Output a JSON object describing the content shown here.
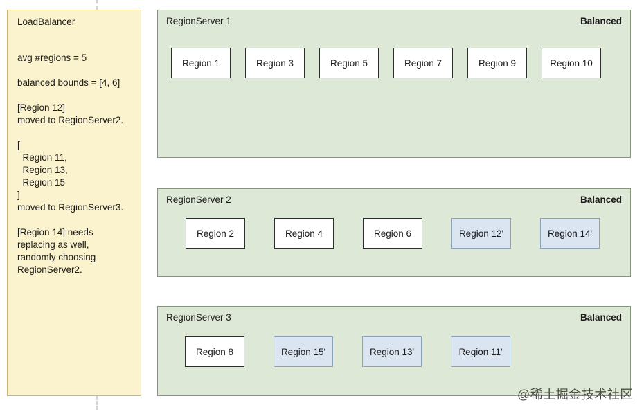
{
  "loadbalancer": {
    "title": "LoadBalancer",
    "paragraphs": [
      [
        "avg #regions = 5"
      ],
      [
        "balanced bounds = [4, 6]"
      ],
      [
        "[Region 12]",
        "moved to RegionServer2."
      ],
      [
        "[",
        "  Region 11,",
        "  Region 13,",
        "  Region 15",
        "]",
        "moved to RegionServer3."
      ],
      [
        "[Region 14] needs",
        "replacing as well,",
        "randomly choosing",
        "RegionServer2."
      ]
    ]
  },
  "servers": [
    {
      "name": "RegionServer 1",
      "status": "Balanced",
      "regions": [
        {
          "label": "Region 1",
          "moved": false
        },
        {
          "label": "Region 3",
          "moved": false
        },
        {
          "label": "Region 5",
          "moved": false
        },
        {
          "label": "Region 7",
          "moved": false
        },
        {
          "label": "Region 9",
          "moved": false
        },
        {
          "label": "Region 10",
          "moved": false
        }
      ]
    },
    {
      "name": "RegionServer 2",
      "status": "Balanced",
      "regions": [
        {
          "label": "Region 2",
          "moved": false
        },
        {
          "label": "Region 4",
          "moved": false
        },
        {
          "label": "Region 6",
          "moved": false
        },
        {
          "label": "Region 12'",
          "moved": true
        },
        {
          "label": "Region 14'",
          "moved": true
        }
      ]
    },
    {
      "name": "RegionServer 3",
      "status": "Balanced",
      "regions": [
        {
          "label": "Region 8",
          "moved": false
        },
        {
          "label": "Region 15'",
          "moved": true
        },
        {
          "label": "Region 13'",
          "moved": true
        },
        {
          "label": "Region 11'",
          "moved": true
        }
      ]
    }
  ],
  "watermark": "@稀土掘金技术社区",
  "colors": {
    "note_fill": "#FBF2CE",
    "note_border": "#C9B876",
    "server_fill": "#DEE8D6",
    "server_border": "#87947C",
    "region_fill": "#FFFFFF",
    "region_border": "#2E2E2E",
    "moved_fill": "#DBE5F2",
    "moved_border": "#8CA3BE",
    "dash_color": "#D4D4D4",
    "watermark_color": "#4C4F47"
  }
}
